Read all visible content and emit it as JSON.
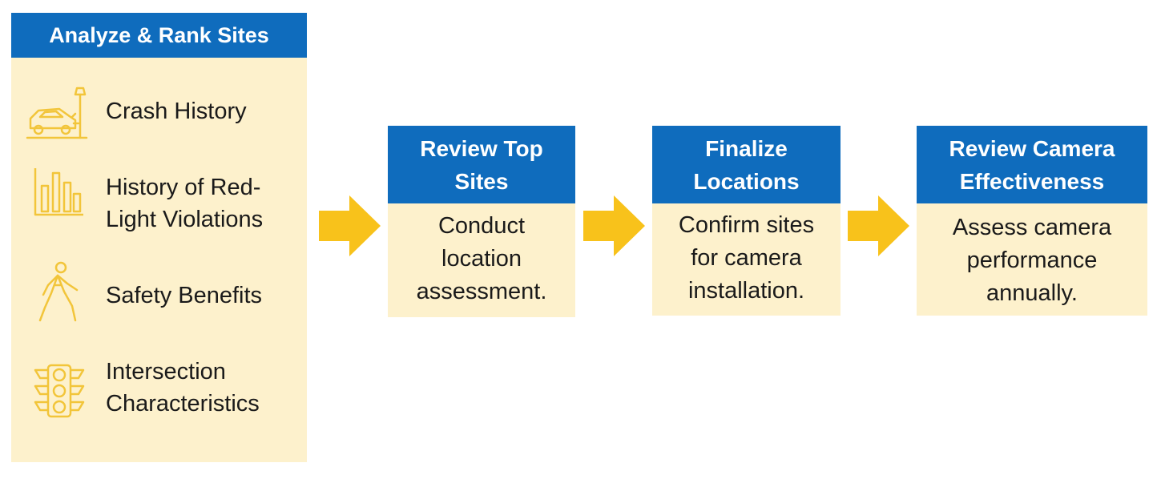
{
  "colors": {
    "header_blue": "#0f6cbd",
    "panel_cream": "#fdf1cc",
    "arrow_gold": "#f8c21b",
    "icon_gold": "#f2c53a",
    "text_dark": "#1a1a1a"
  },
  "analyze": {
    "title": "Analyze & Rank Sites",
    "items": [
      {
        "label": "Crash History",
        "icon": "car-crash-icon"
      },
      {
        "label": "History of Red-\nLight Violations",
        "icon": "bar-chart-icon"
      },
      {
        "label": "Safety Benefits",
        "icon": "pedestrian-icon"
      },
      {
        "label": "Intersection\nCharacteristics",
        "icon": "traffic-light-icon"
      }
    ]
  },
  "steps": [
    {
      "title": "Review Top\nSites",
      "body": "Conduct\nlocation\nassessment."
    },
    {
      "title": "Finalize\nLocations",
      "body": "Confirm sites\nfor camera\ninstallation."
    },
    {
      "title": "Review Camera\nEffectiveness",
      "body": "Assess camera\nperformance\nannually."
    }
  ]
}
